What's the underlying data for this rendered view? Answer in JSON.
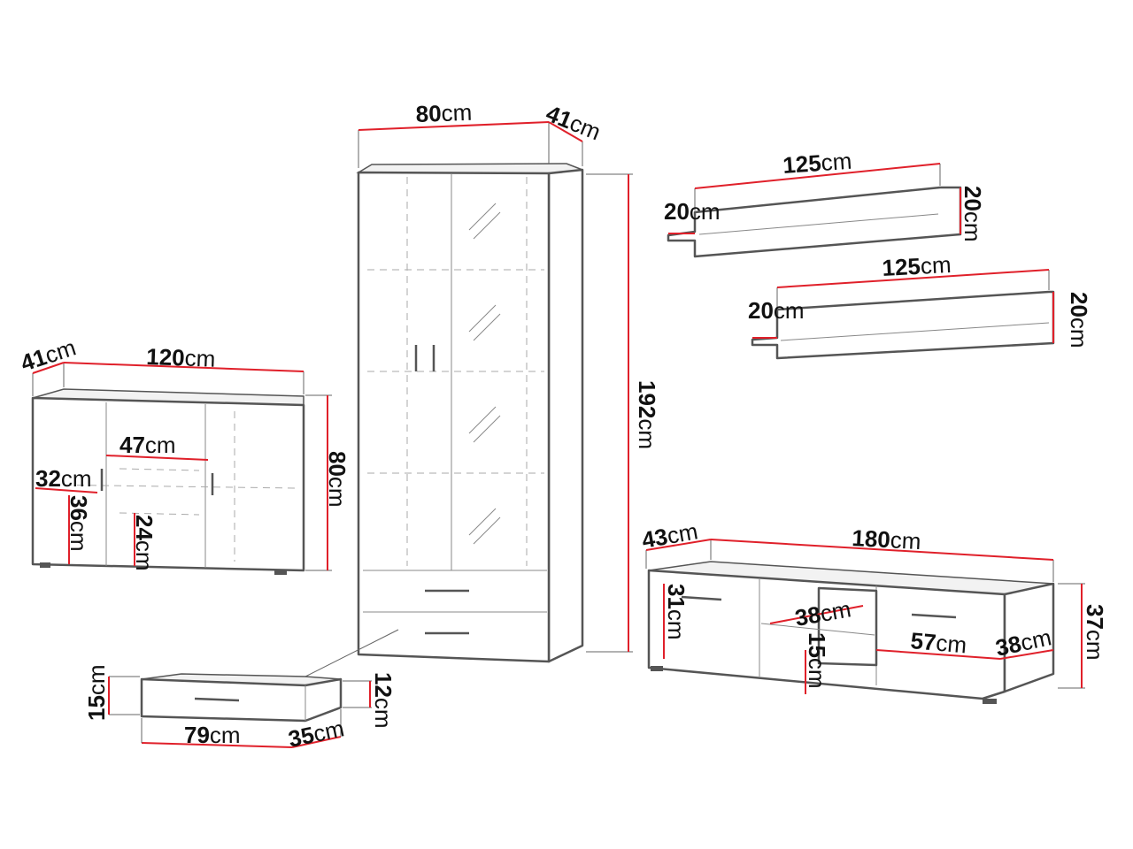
{
  "colors": {
    "dimension": "#e0202a",
    "outline": "#555555"
  },
  "cabinet": {
    "width": {
      "num": "80",
      "unit": "cm"
    },
    "depth": {
      "num": "41",
      "unit": "cm"
    },
    "height": {
      "num": "192",
      "unit": "cm"
    }
  },
  "shelf_top": {
    "width": {
      "num": "125",
      "unit": "cm"
    },
    "depth": {
      "num": "20",
      "unit": "cm"
    },
    "height": {
      "num": "20",
      "unit": "cm"
    }
  },
  "shelf_bottom": {
    "width": {
      "num": "125",
      "unit": "cm"
    },
    "depth": {
      "num": "20",
      "unit": "cm"
    },
    "height": {
      "num": "20",
      "unit": "cm"
    }
  },
  "sideboard": {
    "depth": {
      "num": "41",
      "unit": "cm"
    },
    "width": {
      "num": "120",
      "unit": "cm"
    },
    "height": {
      "num": "80",
      "unit": "cm"
    },
    "inner_width": {
      "num": "47",
      "unit": "cm"
    },
    "shelf_depth": {
      "num": "32",
      "unit": "cm"
    },
    "side_height": {
      "num": "36",
      "unit": "cm"
    },
    "center_height": {
      "num": "24",
      "unit": "cm"
    }
  },
  "drawer": {
    "front_height": {
      "num": "15",
      "unit": "cm"
    },
    "inner_height": {
      "num": "12",
      "unit": "cm"
    },
    "width": {
      "num": "79",
      "unit": "cm"
    },
    "depth": {
      "num": "35",
      "unit": "cm"
    }
  },
  "tv_stand": {
    "depth": {
      "num": "43",
      "unit": "cm"
    },
    "width": {
      "num": "180",
      "unit": "cm"
    },
    "height": {
      "num": "37",
      "unit": "cm"
    },
    "inner_height": {
      "num": "31",
      "unit": "cm"
    },
    "niche_depth": {
      "num": "38",
      "unit": "cm"
    },
    "niche_height": {
      "num": "15",
      "unit": "cm"
    },
    "drawer_width": {
      "num": "57",
      "unit": "cm"
    },
    "drawer_depth": {
      "num": "38",
      "unit": "cm"
    }
  }
}
